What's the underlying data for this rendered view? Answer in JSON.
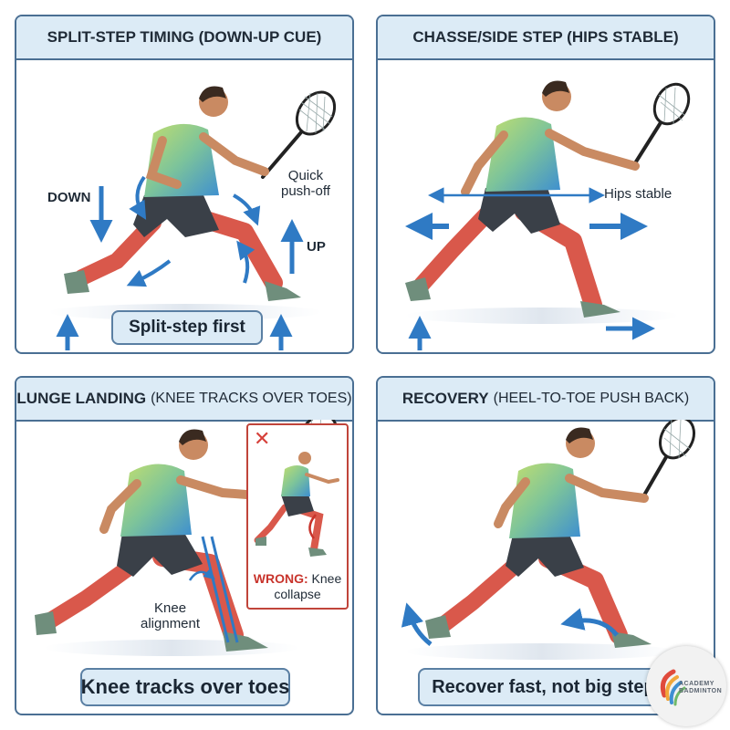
{
  "panels": [
    {
      "title_bold": "SPLIT-STEP TIMING (DOWN-UP CUE)",
      "title_light": "",
      "caption": "Split-step first",
      "labels": {
        "down": "DOWN",
        "up": "UP",
        "push_off": "Quick\npush-off"
      }
    },
    {
      "title_bold": "CHASSE/SIDE STEP (HIPS STABLE)",
      "title_light": "",
      "caption": "",
      "labels": {
        "hips": "Hips stable"
      }
    },
    {
      "title_bold": "LUNGE LANDING",
      "title_light": "(KNEE TRACKS OVER TOES)",
      "caption": "Knee tracks over toes",
      "labels": {
        "knee": "Knee\nalignment"
      },
      "wrong": {
        "mark": "✕",
        "label": "WRONG:",
        "text": "Knee",
        "text2": "collapse"
      }
    },
    {
      "title_bold": "RECOVERY",
      "title_light": "(HEEL-TO-TOE PUSH BACK)",
      "caption": "Recover fast, not big steps",
      "labels": {}
    }
  ],
  "logo": {
    "line1": "ACADEMY",
    "line2": "BADMINTON"
  },
  "colors": {
    "accent_blue": "#2f7ac4",
    "panel_border": "#4a6f93",
    "title_fill": "#dcebf6",
    "shirt": "#7dc49a",
    "muscle": "#d9584b",
    "wrong_red": "#c8342c"
  }
}
